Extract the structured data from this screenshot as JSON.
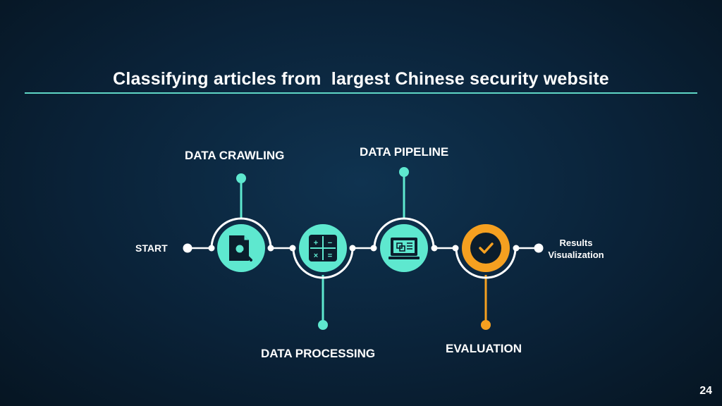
{
  "slide": {
    "title": "Classifying articles from  largest Chinese security website",
    "page_number": "24"
  },
  "flow": {
    "start_label": "START",
    "end_label_line1": "Results",
    "end_label_line2": "Visualization",
    "steps": [
      {
        "label": "DATA CRAWLING",
        "icon": "document-search-icon",
        "color": "#5ee8cf"
      },
      {
        "label": "DATA PROCESSING",
        "icon": "calculator-icon",
        "color": "#5ee8cf"
      },
      {
        "label": "DATA PIPELINE",
        "icon": "monitor-icon",
        "color": "#5ee8cf"
      },
      {
        "label": "EVALUATION",
        "icon": "checkmark-icon",
        "color": "#f5a020"
      }
    ]
  },
  "colors": {
    "accent": "#5ee8cf",
    "highlight": "#f5a020",
    "rule": "#5fd6c5",
    "background": "#0a2238"
  }
}
